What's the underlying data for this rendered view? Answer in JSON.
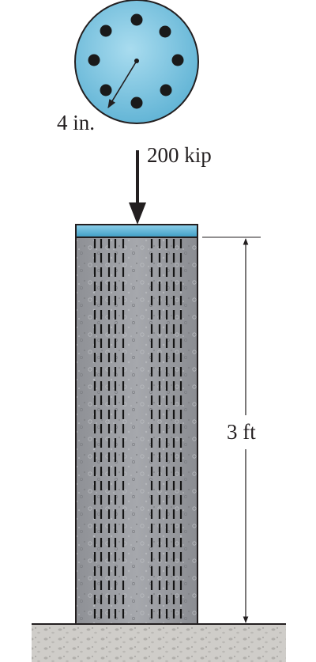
{
  "labels": {
    "radius": "4 in.",
    "load": "200 kip",
    "height": "3 ft"
  },
  "colors": {
    "section_fill": "#6bb7d6",
    "cap_fill": "#4da8cc",
    "concrete": "#9a9ca1",
    "ground": "#c9c7c3",
    "ink": "#231f20"
  },
  "section": {
    "bar_count": 8
  }
}
